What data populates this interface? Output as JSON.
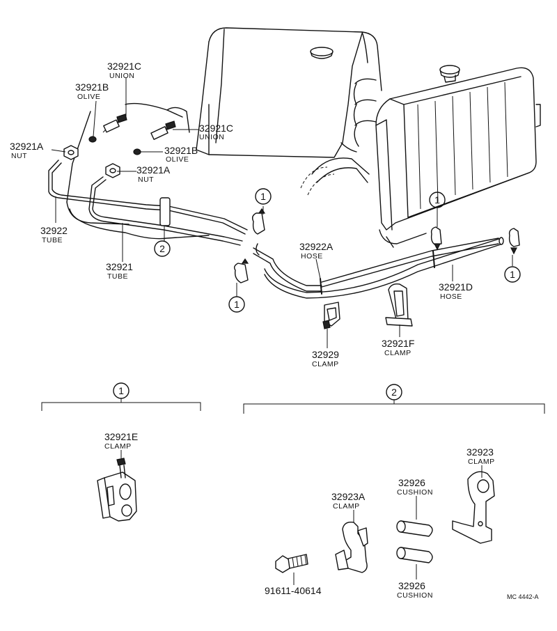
{
  "labels": {
    "union_c_top": {
      "part": "32921C",
      "name": "UNION"
    },
    "olive_b_left": {
      "part": "32921B",
      "name": "OLIVE"
    },
    "nut_a_left": {
      "part": "32921A",
      "name": "NUT"
    },
    "union_c_right": {
      "part": "32921C",
      "name": "UNION"
    },
    "olive_b_right": {
      "part": "32921B",
      "name": "OLIVE"
    },
    "nut_a_right": {
      "part": "32921A",
      "name": "NUT"
    },
    "tube_32922": {
      "part": "32922",
      "name": "TUBE"
    },
    "tube_32921": {
      "part": "32921",
      "name": "TUBE"
    },
    "hose_32922A": {
      "part": "32922A",
      "name": "HOSE"
    },
    "hose_32921D": {
      "part": "32921D",
      "name": "HOSE"
    },
    "clamp_32929": {
      "part": "32929",
      "name": "CLAMP"
    },
    "clamp_32921F": {
      "part": "32921F",
      "name": "CLAMP"
    },
    "clamp_32921E": {
      "part": "32921E",
      "name": "CLAMP"
    },
    "clamp_32923A": {
      "part": "32923A",
      "name": "CLAMP"
    },
    "cushion_top": {
      "part": "32926",
      "name": "CUSHION"
    },
    "cushion_bottom": {
      "part": "32926",
      "name": "CUSHION"
    },
    "clamp_32923": {
      "part": "32923",
      "name": "CLAMP"
    },
    "bolt": {
      "part": "91611-40614"
    }
  },
  "refs": {
    "one": "1",
    "two": "2"
  },
  "drawing_code": "MC 4442-A"
}
